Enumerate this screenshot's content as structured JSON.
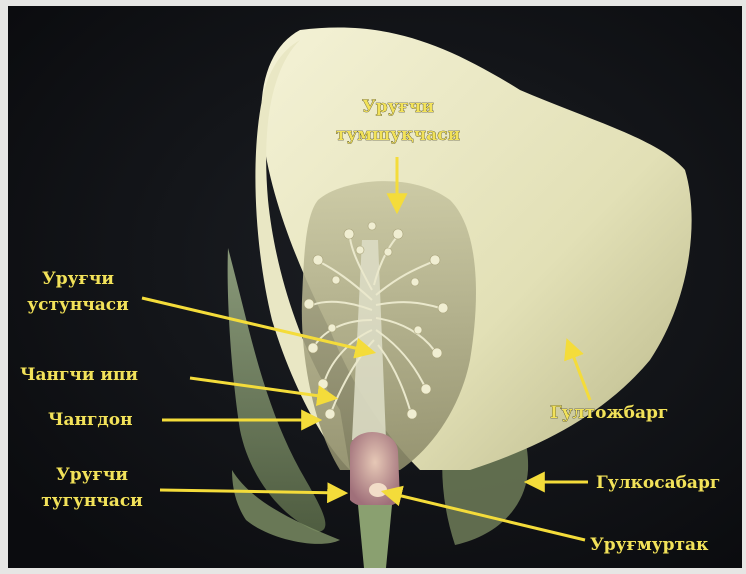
{
  "colors": {
    "background": "#0f1114",
    "label": "#f2e25a",
    "arrow": "#f4dc3a",
    "petal": "#ecebc6"
  },
  "labels": {
    "stigma": [
      "Уруғчи",
      "тумшуқчаси"
    ],
    "style": [
      "Уруғчи",
      "устунчаси"
    ],
    "filament": "Чангчи ипи",
    "anther": "Чангдон",
    "ovary": [
      "Уруғчи",
      "тугунчаси"
    ],
    "petal": "Гултожбарг",
    "sepal": "Гулкосабарг",
    "ovule": "Уруғмуртак"
  }
}
